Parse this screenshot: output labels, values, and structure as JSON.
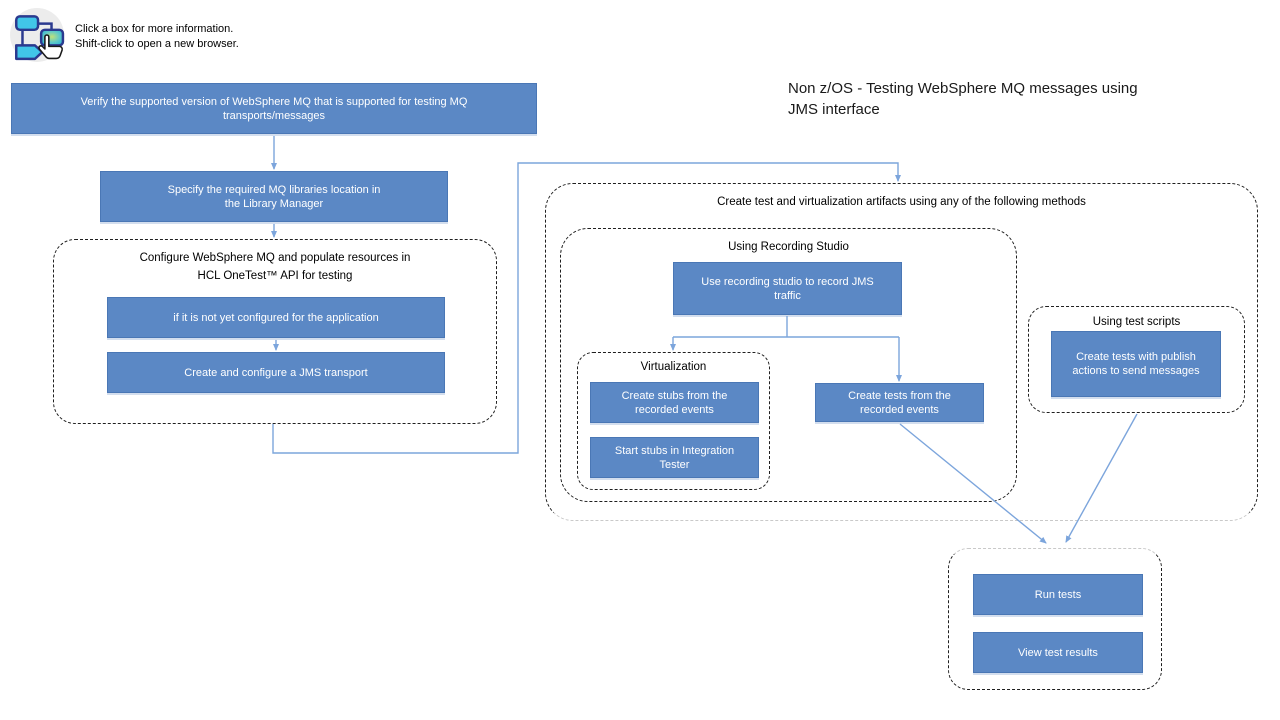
{
  "legend": {
    "note": "Click a box for more information.\nShift-click to open a new browser.",
    "icon": "flowchart-click-icon"
  },
  "title": "Non z/OS - Testing WebSphere MQ messages using\nJMS interface",
  "colors": {
    "box_fill": "#5b88c5",
    "box_border": "#4a77b5",
    "connector": "#7ca5dc",
    "dash": "#1f1f1f",
    "dash_light": "#c9c9c9",
    "text_dark": "#1a1a1a"
  },
  "groups": {
    "configure": {
      "label": "Configure WebSphere MQ and populate resources in\nHCL OneTest™ API for testing"
    },
    "artifacts": {
      "label": "Create test and virtualization artifacts using any of the following methods"
    },
    "recording": {
      "label": "Using Recording Studio"
    },
    "virtualization": {
      "label": "Virtualization"
    },
    "scripts": {
      "label": "Using test scripts"
    }
  },
  "nodes": {
    "verify": "Verify the supported version of WebSphere MQ that is supported for testing MQ\ntransports/messages",
    "specify": "Specify the required MQ libraries location in\nthe Library Manager",
    "not_configured": "if it is not yet configured for the application",
    "jms_transport": "Create and configure a JMS transport",
    "record_traffic": "Use recording studio to record JMS\ntraffic",
    "create_stubs": "Create stubs from the\nrecorded events",
    "start_stubs": "Start stubs in Integration\nTester",
    "tests_from_events": "Create tests from the\nrecorded events",
    "tests_publish": "Create tests with publish\nactions to send messages",
    "run_tests": "Run tests",
    "view_results": "View test results"
  }
}
